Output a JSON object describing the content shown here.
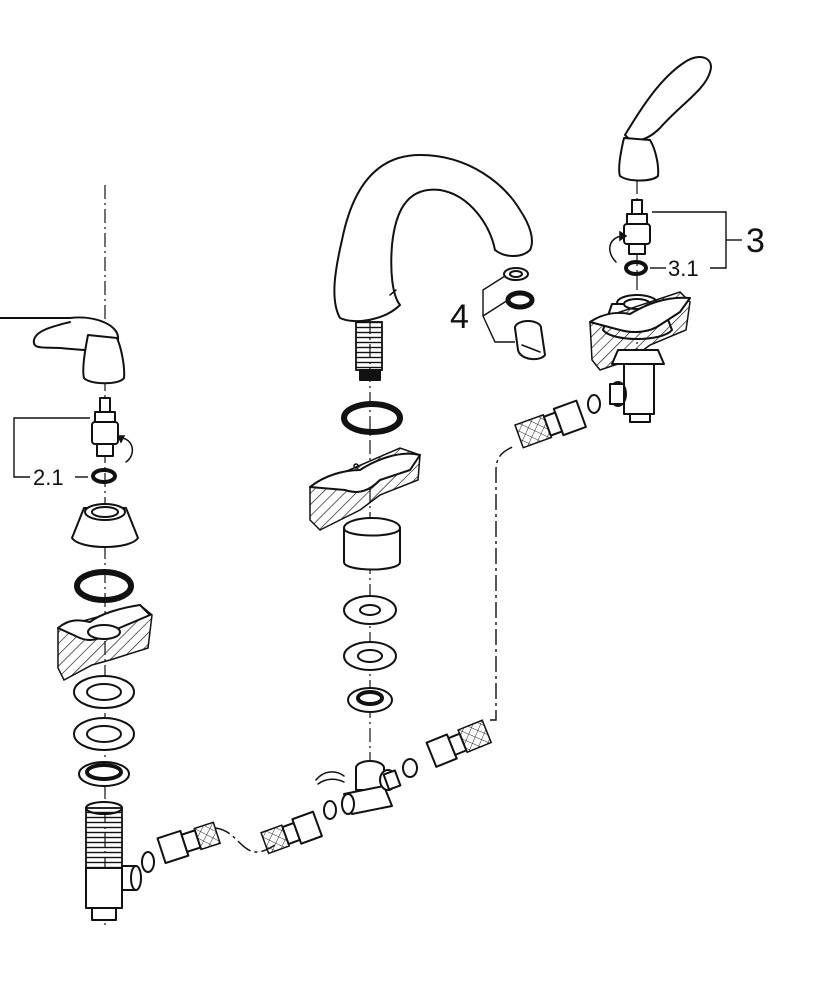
{
  "callouts": {
    "left_cartridge_ring": "2.1",
    "right_cartridge": "3",
    "right_cartridge_ring": "3.1",
    "aerator_set": "4"
  },
  "colors": {
    "line": "#111111",
    "background": "#ffffff"
  }
}
